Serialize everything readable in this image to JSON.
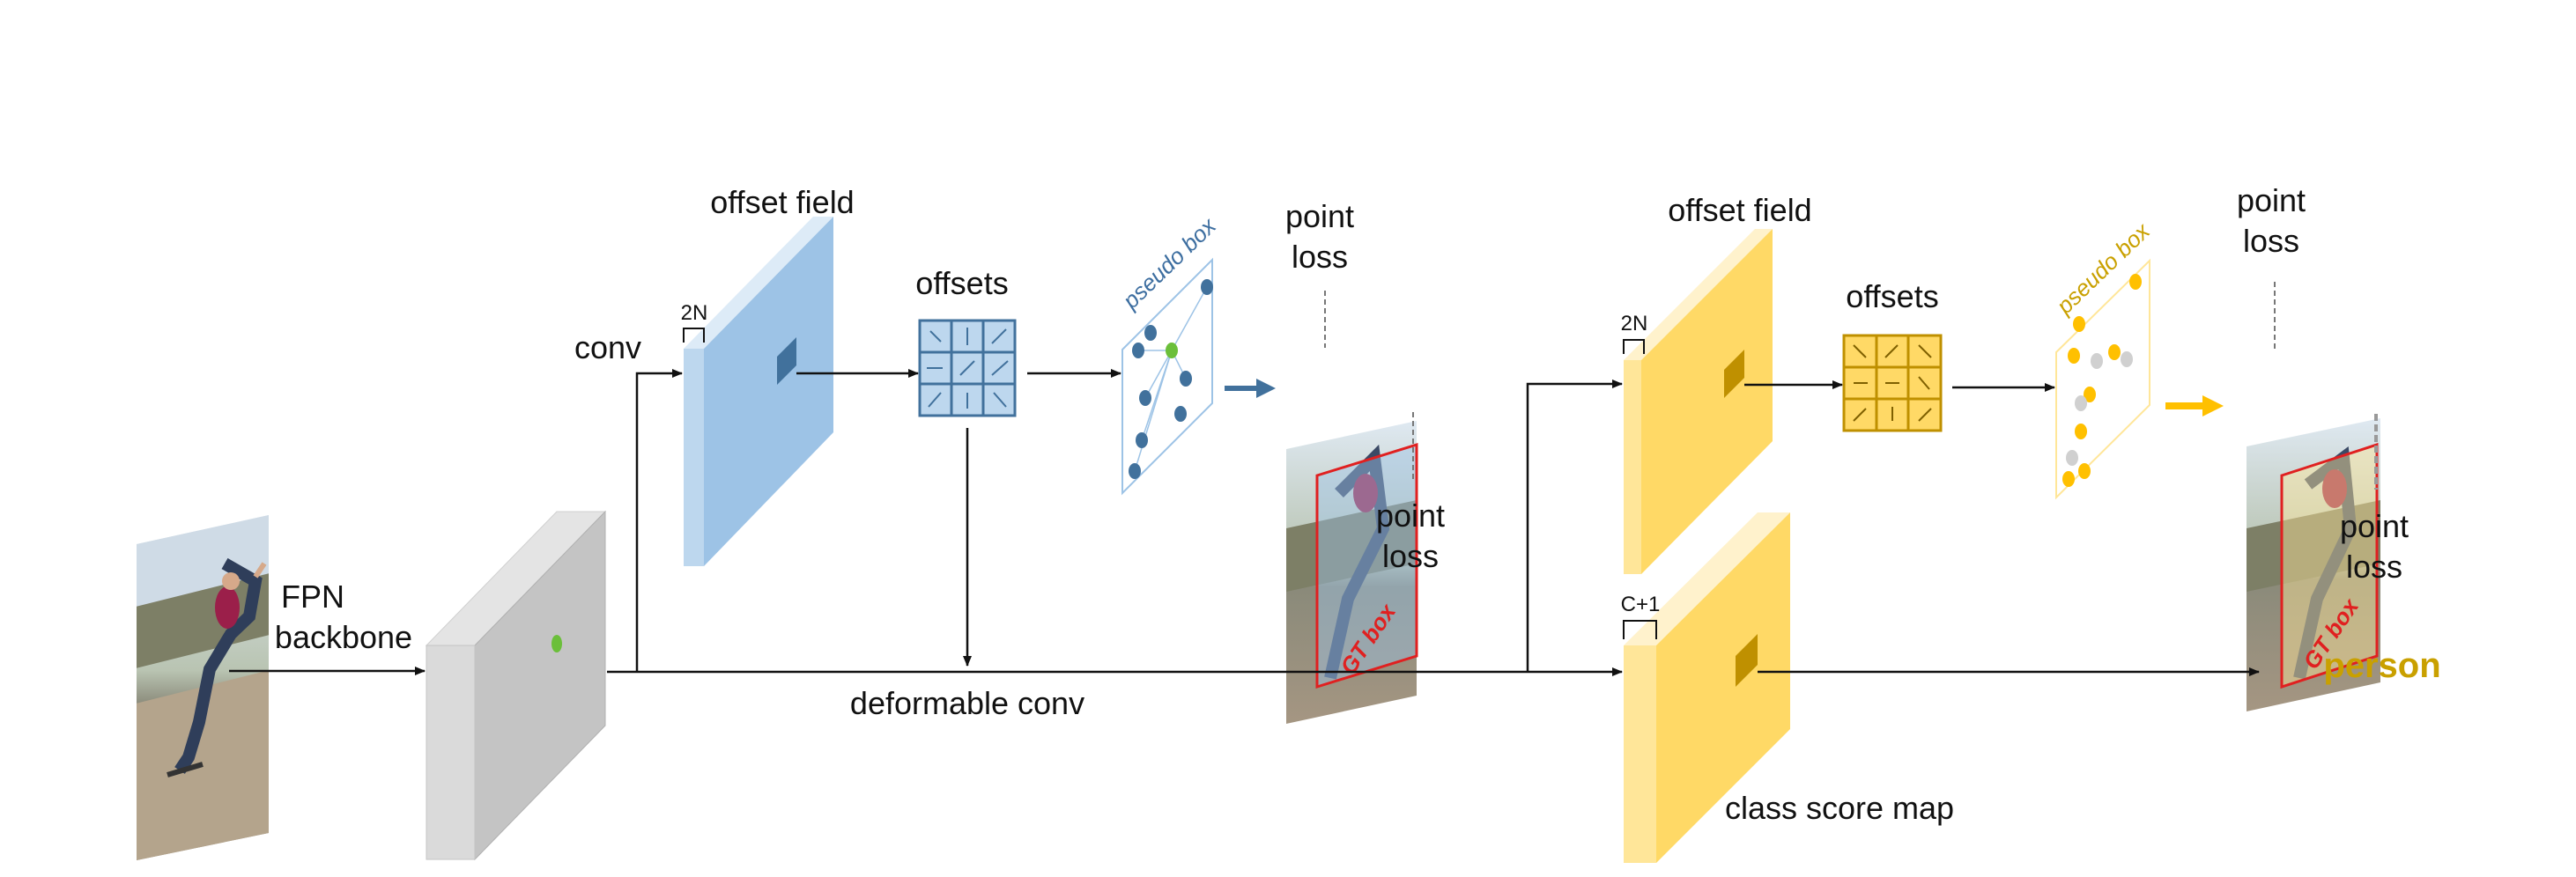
{
  "labels": {
    "fpn_backbone_line1": "FPN",
    "fpn_backbone_line2": "backbone",
    "conv": "conv",
    "offset_field_top": "offset field",
    "offset_field_right": "offset field",
    "channels_2n_top": "2N",
    "channels_2n_right": "2N",
    "channels_c1": "C+1",
    "offsets_top": "offsets",
    "offsets_right": "offsets",
    "pseudo_box_blue": "pseudo box",
    "pseudo_box_gold": "pseudo box",
    "point_loss_a1": "point",
    "point_loss_a2": "loss",
    "point_loss_b1": "point",
    "point_loss_b2": "loss",
    "point_loss_c1": "point",
    "point_loss_c2": "loss",
    "point_loss_d1": "point",
    "point_loss_d2": "loss",
    "gt_box_left": "GT box",
    "gt_box_right": "GT box",
    "deformable_conv": "deformable conv",
    "class_score_map": "class score map",
    "output_class": "person"
  },
  "colors": {
    "blue_face": "#9DC3E6",
    "blue_dark": "#41719C",
    "gold_face": "#FFD966",
    "gold_dark": "#BF9000",
    "gray_face": "#C8C8C8",
    "output_text": "#C9A000",
    "gt_box": "#E02020"
  },
  "icons": {
    "input_image": "skateboarder-photo",
    "offset_arrows": "grid-arrows-icon",
    "next_arrow": "thick-arrow-icon"
  }
}
